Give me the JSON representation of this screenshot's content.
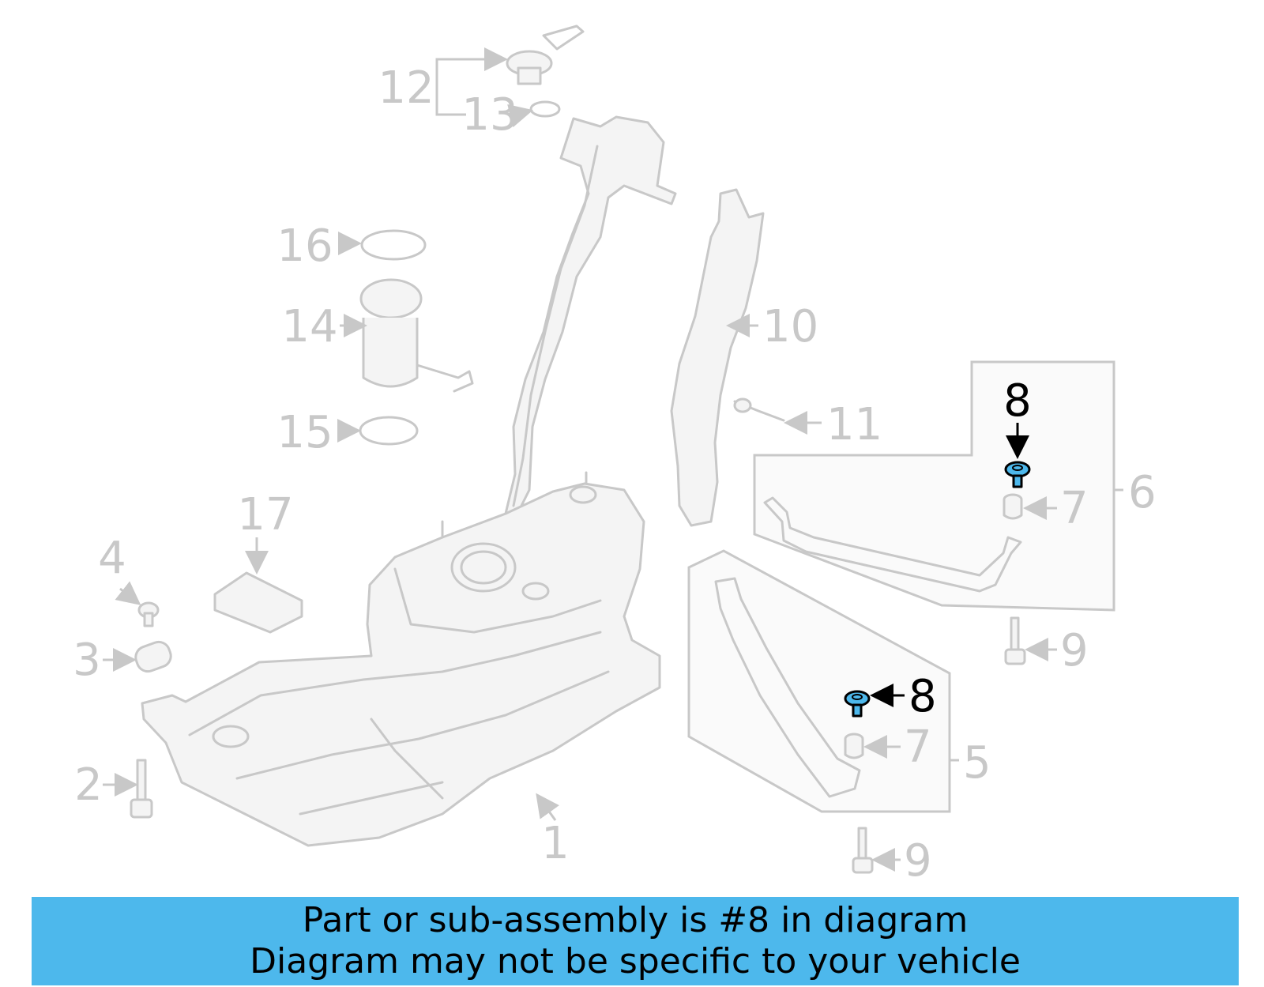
{
  "callouts": {
    "c1": "1",
    "c2": "2",
    "c3": "3",
    "c4": "4",
    "c5": "5",
    "c6": "6",
    "c7a": "7",
    "c7b": "7",
    "c8a": "8",
    "c8b": "8",
    "c9a": "9",
    "c9b": "9",
    "c10": "10",
    "c11": "11",
    "c12": "12",
    "c13": "13",
    "c14": "14",
    "c15": "15",
    "c16": "16",
    "c17": "17"
  },
  "highlighted_part": "8",
  "colors": {
    "highlight": "#4db8ec",
    "inactive": "#c8c8c8",
    "banner": "#4db8ec"
  },
  "banner": {
    "line1": "Part or sub-assembly is #8 in diagram",
    "line2": "Diagram may not be specific to your vehicle"
  }
}
